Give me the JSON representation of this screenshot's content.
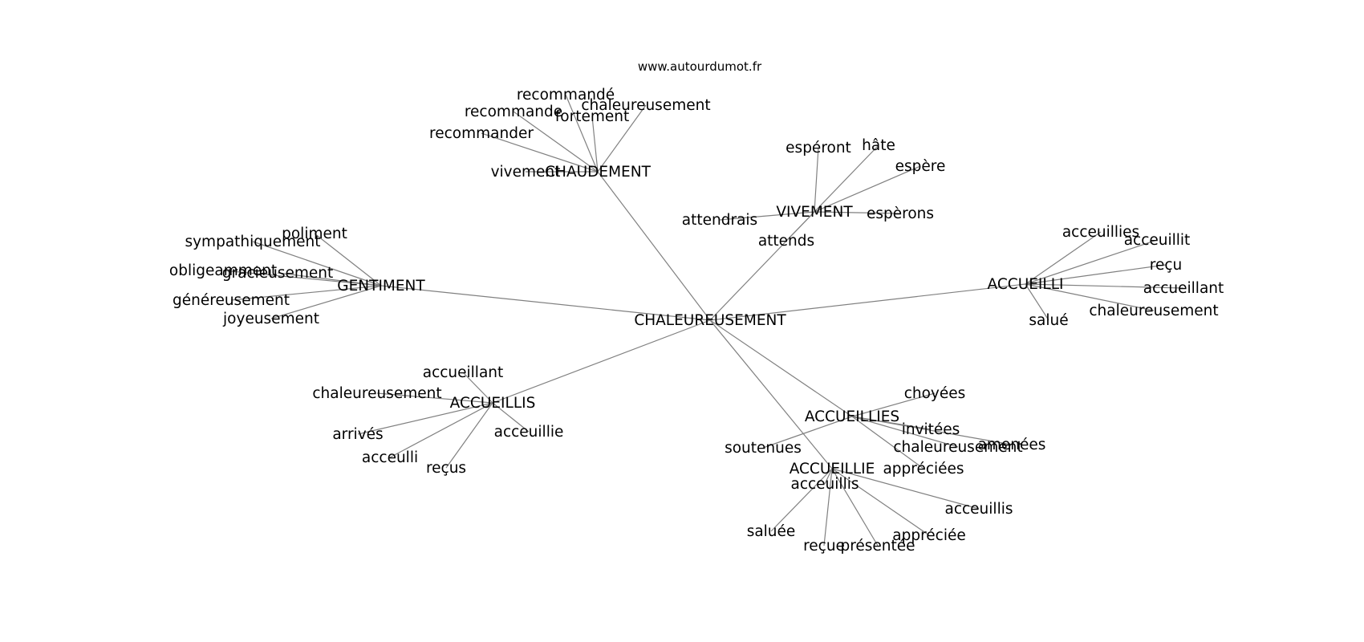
{
  "header": {
    "source": "www.autourdumot.fr"
  },
  "graph": {
    "nodes": [
      {
        "id": "chaleureusement_c",
        "label": "CHALEUREUSEMENT"
      },
      {
        "id": "chaudement",
        "label": "CHAUDEMENT"
      },
      {
        "id": "vivement_h",
        "label": "VIVEMENT"
      },
      {
        "id": "gentiment",
        "label": "GENTIMENT"
      },
      {
        "id": "accueilli",
        "label": "ACCUEILLI"
      },
      {
        "id": "accueillis_h",
        "label": "ACCUEILLIS"
      },
      {
        "id": "accueillies_h",
        "label": "ACCUEILLIES"
      },
      {
        "id": "accueillie_h",
        "label": "ACCUEILLIE"
      },
      {
        "id": "recommande_e",
        "label": "recommandé"
      },
      {
        "id": "recommande",
        "label": "recommande"
      },
      {
        "id": "chal_ch",
        "label": "chaleureusement"
      },
      {
        "id": "fortement",
        "label": "fortement"
      },
      {
        "id": "recommander",
        "label": "recommander"
      },
      {
        "id": "vivement_l",
        "label": "vivement"
      },
      {
        "id": "esperont",
        "label": "espéront"
      },
      {
        "id": "hate",
        "label": "hâte"
      },
      {
        "id": "espere",
        "label": "espère"
      },
      {
        "id": "attendrais",
        "label": "attendrais"
      },
      {
        "id": "esperons",
        "label": "espèrons"
      },
      {
        "id": "attends",
        "label": "attends"
      },
      {
        "id": "poliment",
        "label": "poliment"
      },
      {
        "id": "sympathiquement",
        "label": "sympathiquement"
      },
      {
        "id": "obligeamment",
        "label": "obligeamment"
      },
      {
        "id": "gracieusement",
        "label": "gracieusement"
      },
      {
        "id": "genereusement",
        "label": "généreusement"
      },
      {
        "id": "joyeusement",
        "label": "joyeusement"
      },
      {
        "id": "accueillies_1",
        "label": "acceuillies"
      },
      {
        "id": "accueillit",
        "label": "acceuillit"
      },
      {
        "id": "recu",
        "label": "reçu"
      },
      {
        "id": "accueillant_1",
        "label": "accueillant"
      },
      {
        "id": "chal_acc",
        "label": "chaleureusement"
      },
      {
        "id": "salue",
        "label": "salué"
      },
      {
        "id": "accueillant_2",
        "label": "accueillant"
      },
      {
        "id": "chal_accs",
        "label": "chaleureusement"
      },
      {
        "id": "arrives",
        "label": "arrivés"
      },
      {
        "id": "acceulli",
        "label": "acceulli"
      },
      {
        "id": "recus",
        "label": "reçus"
      },
      {
        "id": "acceuillie",
        "label": "acceuillie"
      },
      {
        "id": "choyees",
        "label": "choyées"
      },
      {
        "id": "invitees",
        "label": "invitées"
      },
      {
        "id": "amenees",
        "label": "amenées"
      },
      {
        "id": "chal_accies",
        "label": "chaleureusement"
      },
      {
        "id": "soutenues",
        "label": "soutenues"
      },
      {
        "id": "appreciees",
        "label": "appréciées"
      },
      {
        "id": "acceuillis_1",
        "label": "acceuillis"
      },
      {
        "id": "acceuillis_2",
        "label": "acceuillis"
      },
      {
        "id": "saluee",
        "label": "saluée"
      },
      {
        "id": "recue",
        "label": "reçue"
      },
      {
        "id": "presentee",
        "label": "présentée"
      },
      {
        "id": "appreciee",
        "label": "appréciée"
      }
    ],
    "edges": [
      [
        "chaleureusement_c",
        "chaudement"
      ],
      [
        "chaleureusement_c",
        "vivement_h"
      ],
      [
        "chaleureusement_c",
        "gentiment"
      ],
      [
        "chaleureusement_c",
        "accueilli"
      ],
      [
        "chaleureusement_c",
        "accueillis_h"
      ],
      [
        "chaleureusement_c",
        "accueillies_h"
      ],
      [
        "chaleureusement_c",
        "accueillie_h"
      ],
      [
        "chaudement",
        "recommande_e"
      ],
      [
        "chaudement",
        "recommande"
      ],
      [
        "chaudement",
        "chal_ch"
      ],
      [
        "chaudement",
        "fortement"
      ],
      [
        "chaudement",
        "recommander"
      ],
      [
        "chaudement",
        "vivement_l"
      ],
      [
        "vivement_h",
        "esperont"
      ],
      [
        "vivement_h",
        "hate"
      ],
      [
        "vivement_h",
        "espere"
      ],
      [
        "vivement_h",
        "attendrais"
      ],
      [
        "vivement_h",
        "esperons"
      ],
      [
        "vivement_h",
        "attends"
      ],
      [
        "gentiment",
        "poliment"
      ],
      [
        "gentiment",
        "sympathiquement"
      ],
      [
        "gentiment",
        "obligeamment"
      ],
      [
        "gentiment",
        "gracieusement"
      ],
      [
        "gentiment",
        "genereusement"
      ],
      [
        "gentiment",
        "joyeusement"
      ],
      [
        "accueilli",
        "accueillies_1"
      ],
      [
        "accueilli",
        "accueillit"
      ],
      [
        "accueilli",
        "recu"
      ],
      [
        "accueilli",
        "accueillant_1"
      ],
      [
        "accueilli",
        "chal_acc"
      ],
      [
        "accueilli",
        "salue"
      ],
      [
        "accueillis_h",
        "accueillant_2"
      ],
      [
        "accueillis_h",
        "chal_accs"
      ],
      [
        "accueillis_h",
        "arrives"
      ],
      [
        "accueillis_h",
        "acceulli"
      ],
      [
        "accueillis_h",
        "recus"
      ],
      [
        "accueillis_h",
        "acceuillie"
      ],
      [
        "accueillies_h",
        "choyees"
      ],
      [
        "accueillies_h",
        "invitees"
      ],
      [
        "accueillies_h",
        "amenees"
      ],
      [
        "accueillies_h",
        "chal_accies"
      ],
      [
        "accueillies_h",
        "soutenues"
      ],
      [
        "accueillies_h",
        "appreciees"
      ],
      [
        "accueillie_h",
        "acceuillis_1"
      ],
      [
        "accueillie_h",
        "acceuillis_2"
      ],
      [
        "accueillie_h",
        "saluee"
      ],
      [
        "accueillie_h",
        "recue"
      ],
      [
        "accueillie_h",
        "presentee"
      ],
      [
        "accueillie_h",
        "appreciee"
      ]
    ]
  }
}
